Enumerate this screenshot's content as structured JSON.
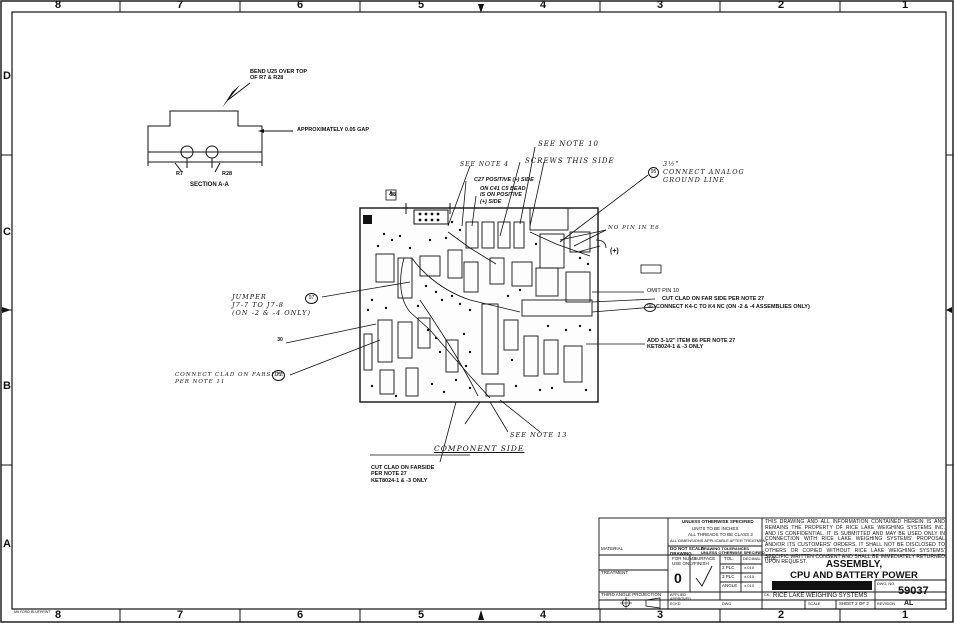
{
  "zones": {
    "top": [
      "8",
      "7",
      "6",
      "5",
      "4",
      "3",
      "2",
      "1"
    ],
    "bottom": [
      "8",
      "7",
      "6",
      "5",
      "4",
      "3",
      "2",
      "1"
    ],
    "left": [
      "D",
      "C",
      "B",
      "A"
    ]
  },
  "section": {
    "bend_note": "BEND U25 OVER TOP\nOF R7 & R28",
    "gap_note": "APPROXIMATELY 0.05 GAP",
    "r7": "R7",
    "r28": "R28",
    "title": "SECTION A-A",
    "marker": "A"
  },
  "callouts": {
    "see_note_10": "SEE NOTE 10",
    "see_note_4": "SEE NOTE 4",
    "screws_side": "SCREWS THIS SIDE",
    "c27_note": "C27 POSITIVE (+) SIDE",
    "c41_note": "ON C41 C5 BEAD\nIS ON POSITIVE\n(+) SIDE",
    "connect_analog": "3½\"\nCONNECT ANALOG\nGROUND LINE",
    "analog_num": "95",
    "no_pin": "NO PIN IN E6",
    "plus": "(+)",
    "omit_pin": "OMIT PIN 10",
    "cut_clad_far": "CUT CLAD ON FAR SIDE PER NOTE 27",
    "connect_k4": "CONNECT K4-C TO K4 NC (ON -2 & -4 ASSEMBLIES ONLY)",
    "k4_num": "96",
    "add_item": "ADD 3-1/2\" ITEM 86 PER NOTE 27\nKET8024-1 & -3 ONLY",
    "jumper": "JUMPER\nJ7-7 TO J7-8\n(ON -2 & -4 ONLY)",
    "jumper_num": "97",
    "tri_28": "28",
    "tri_30": "30",
    "connect_clad": "CONNECT CLAD ON FARSIDE\nPER NOTE 11",
    "clad_num": "75",
    "see_note_13": "SEE NOTE 13",
    "component_side": "COMPONENT SIDE",
    "cut_clad_farside": "CUT CLAD ON FARSIDE\nPER NOTE 27\nKET8024-1 & -3 ONLY"
  },
  "title_block": {
    "unless_1": "UNLESS OTHERWISE SPECIFIED",
    "unless_2": "UNITS TO BE INCHES",
    "unless_3": "ALL THREADS TO BE CLASS 2",
    "unless_4": "ALL DIMENSIONS APPLICABLE AFTER TREATMENT",
    "do_not_scale": "DO NOT SCALE\nDRAWING",
    "drawing_tol": "DRAWING TOLERANCES\nUNLESS OTHERWISE SPECIFIED",
    "for_nums": "FOR NUMS\nUSE ONLY",
    "surface": "SURFACE\nFINISH",
    "tol": "TOL.",
    "decimal": "DECIMAL",
    "plc2": "2 PLC",
    "plc3": "3 PLC",
    "angle": "ANGLE",
    "dash": "±.010",
    "material": "MATERIAL",
    "treatment": "TREATMENT",
    "third_angle": "THIRD ANGLE PROJECTION",
    "zero": "0",
    "applied": "APPLIED",
    "approved": "APPROVED",
    "dwg": "DWG",
    "ck": "CK.",
    "chkd": "ECKD",
    "disclaimer": "THIS DRAWING AND ALL INFORMATION CONTAINED HEREIN IS AND REMAINS THE PROPERTY OF RICE LAKE WEIGHING SYSTEMS INC. AND IS CONFIDENTIAL. IT IS SUBMITTED AND MAY BE USED ONLY IN CONNECTION WITH RICE LAKE WEIGHING SYSTEMS' PROPOSAL AND/OR ITS CUSTOMERS' ORDERS. IT SHALL NOT BE DISCLOSED TO OTHERS OR COPIED WITHOUT RICE LAKE WEIGHING SYSTEMS' SPECIFIC WRITTEN CONSENT AND SHALL BE IMMEDIATELY RETURNED UPON REQUEST.",
    "title_label": "TITLE",
    "title_1": "ASSEMBLY,",
    "title_2": "CPU AND BATTERY POWER",
    "company": "RICE LAKE WEIGHING SYSTEMS",
    "dwg_no_label": "DWG. NO.",
    "dwg_no": "59037",
    "scale": "SCALE",
    "sheet": "SHEET 2 OF 2",
    "revision": "REVISION",
    "rev": "AL",
    "mfg": "MILFORD BLUEPRINT"
  }
}
